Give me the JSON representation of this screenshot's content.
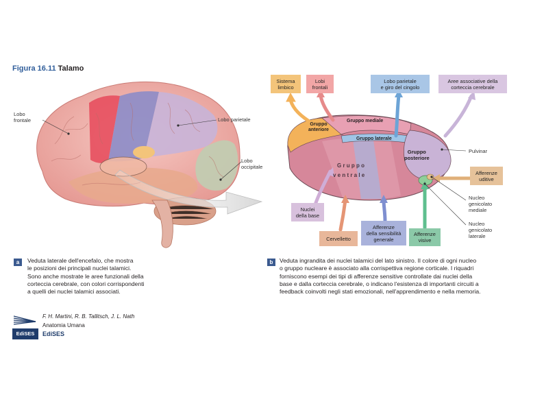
{
  "figure": {
    "number": "Figura 16.11",
    "title": "Talamo"
  },
  "brain_labels": {
    "frontal": [
      "Lobo",
      "frontale"
    ],
    "parietal": "Lobo parietale",
    "occipital": [
      "Lobo",
      "occipitale"
    ]
  },
  "thalamus_labels": {
    "anterior": [
      "Gruppo",
      "anteriore"
    ],
    "medial": "Gruppo mediale",
    "lateral": "Gruppo laterale",
    "posterior": [
      "Gruppo",
      "posteriore"
    ],
    "ventral_row1": "G r u p p o",
    "ventral_row2": "v e n t r a l e"
  },
  "right_labels": {
    "pulvinar": "Pulvinar",
    "mgn": [
      "Nucleo",
      "genicolato",
      "mediale"
    ],
    "lgn": [
      "Nucleo",
      "genicolato",
      "laterale"
    ]
  },
  "boxes": {
    "limbic": [
      "Sistema",
      "limbico"
    ],
    "frontal_lobes": [
      "Lobi",
      "frontali"
    ],
    "parietal_cingulate": [
      "Lobo parietale",
      "e giro del cingolo"
    ],
    "assoc_areas": [
      "Aree associative della",
      "corteccia cerebrale"
    ],
    "auditory": [
      "Afferenze",
      "uditive"
    ],
    "basal_nuclei": [
      "Nuclei",
      "della base"
    ],
    "cerebellum": "Cervelletto",
    "somatic": [
      "Afferenze",
      "della sensibilità",
      "generale"
    ],
    "visual": [
      "Afferenze",
      "visive"
    ]
  },
  "captions": {
    "a_tag": "a",
    "a_lines": [
      "Veduta laterale dell'encefalo, che mostra",
      "le posizioni dei principali nuclei talamici.",
      "Sono anche mostrate le aree funzionali della",
      "corteccia cerebrale, con colori corrispondenti",
      "a quelli dei nuclei talamici associati."
    ],
    "b_tag": "b",
    "b_lines": [
      "Veduta ingrandita dei nuclei talamici del lato sinistro. Il colore di ogni nucleo",
      "o gruppo nucleare è associato alla corrispettiva regione corticale. I riquadri",
      "forniscono esempi dei tipi di afferenze sensitive controllate dai nuclei della",
      "base e dalla corteccia cerebrale, o indicano l'esistenza di importanti circuiti a",
      "feedback coinvolti negli stati emozionali, nell'apprendimento e nella memoria."
    ]
  },
  "publisher": {
    "logo_text": "EdiSES",
    "authors": "F. H. Martini, R. B. Tallitsch, J. L. Nath",
    "book": "Anatomia Umana",
    "name": "EdiSES"
  },
  "colors": {
    "limbic": "#f3c47a",
    "frontal": "#f2a6a6",
    "parietal_cingulate": "#a9c6e6",
    "assoc": "#d9c6e1",
    "auditory": "#e6c29a",
    "basal": "#d8c1dd",
    "cerebellum": "#e8b79a",
    "somatic": "#a9b2db",
    "visual": "#8bc9a8",
    "accent_title": "#2f5d9a"
  }
}
